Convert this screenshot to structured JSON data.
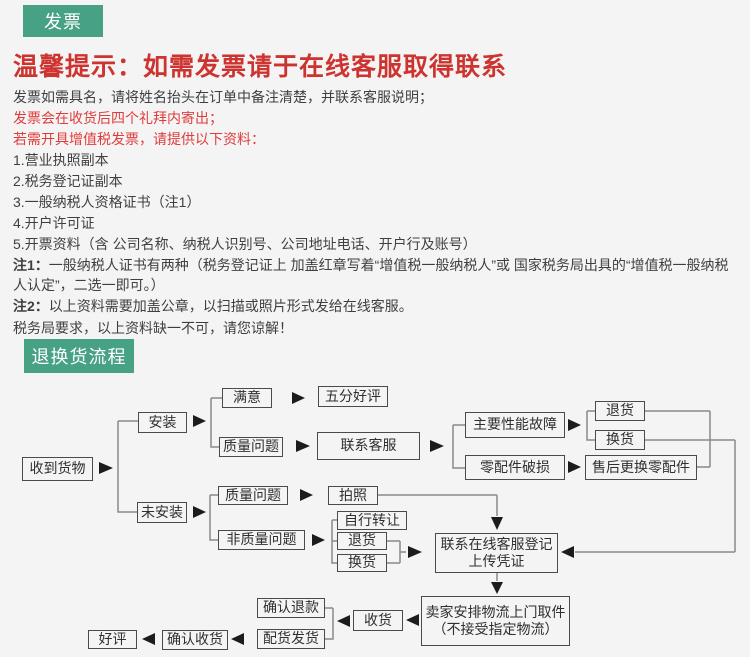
{
  "invoice_section": {
    "badge": "发票",
    "heading": "温馨提示：如需发票请于在线客服取得联系",
    "lines": [
      "发票如需具名，请将姓名抬头在订单中备注清楚，并联系客服说明；",
      "发票会在收货后四个礼拜内寄出；",
      "若需开具增值税发票，请提供以下资料：",
      "1.营业执照副本",
      "2.税务登记证副本",
      "3.一般纳税人资格证书（注1）",
      "4.开户许可证",
      "5.开票资料（含 公司名称、纳税人识别号、公司地址电话、开户行及账号）"
    ],
    "notes": [
      {
        "prefix": "注1：",
        "text": "一般纳税人证书有两种（税务登记证上 加盖红章写着“增值税一般纳税人”或 国家税务局出具的“增值税一般纳税人认定”，二选一即可。）"
      },
      {
        "prefix": "注2：",
        "text": "以上资料需要加盖公章，以扫描或照片形式发给在线客服。"
      }
    ],
    "footer": "税务局要求，以上资料缺一不可，请您谅解！"
  },
  "return_section": {
    "badge": "退换货流程",
    "flow": {
      "nodes": [
        {
          "label": "收到货物"
        },
        {
          "label": "安装"
        },
        {
          "label": "满意"
        },
        {
          "label": "五分好评"
        },
        {
          "label": "质量问题"
        },
        {
          "label": "联系客服"
        },
        {
          "label": "主要性能故障"
        },
        {
          "label": "退货"
        },
        {
          "label": "换货"
        },
        {
          "label": "零配件破损"
        },
        {
          "label": "售后更换零配件"
        },
        {
          "label": "未安装"
        },
        {
          "label": "质量问题"
        },
        {
          "label": "拍照"
        },
        {
          "label": "非质量问题"
        },
        {
          "label": "自行转让"
        },
        {
          "label": "退货"
        },
        {
          "label": "换货"
        },
        {
          "label": "联系在线客服登记",
          "label2": "上传凭证"
        },
        {
          "label": "卖家安排物流上门取件",
          "label2": "（不接受指定物流）"
        },
        {
          "label": "收货"
        },
        {
          "label": "确认退款"
        },
        {
          "label": "配货发货"
        },
        {
          "label": "确认收货"
        },
        {
          "label": "好评"
        }
      ]
    }
  },
  "colors": {
    "badge_green": "#47a184",
    "heading_red": "#cd3430",
    "body_red": "#e03c3c",
    "text_dark": "#3f3f3f"
  }
}
